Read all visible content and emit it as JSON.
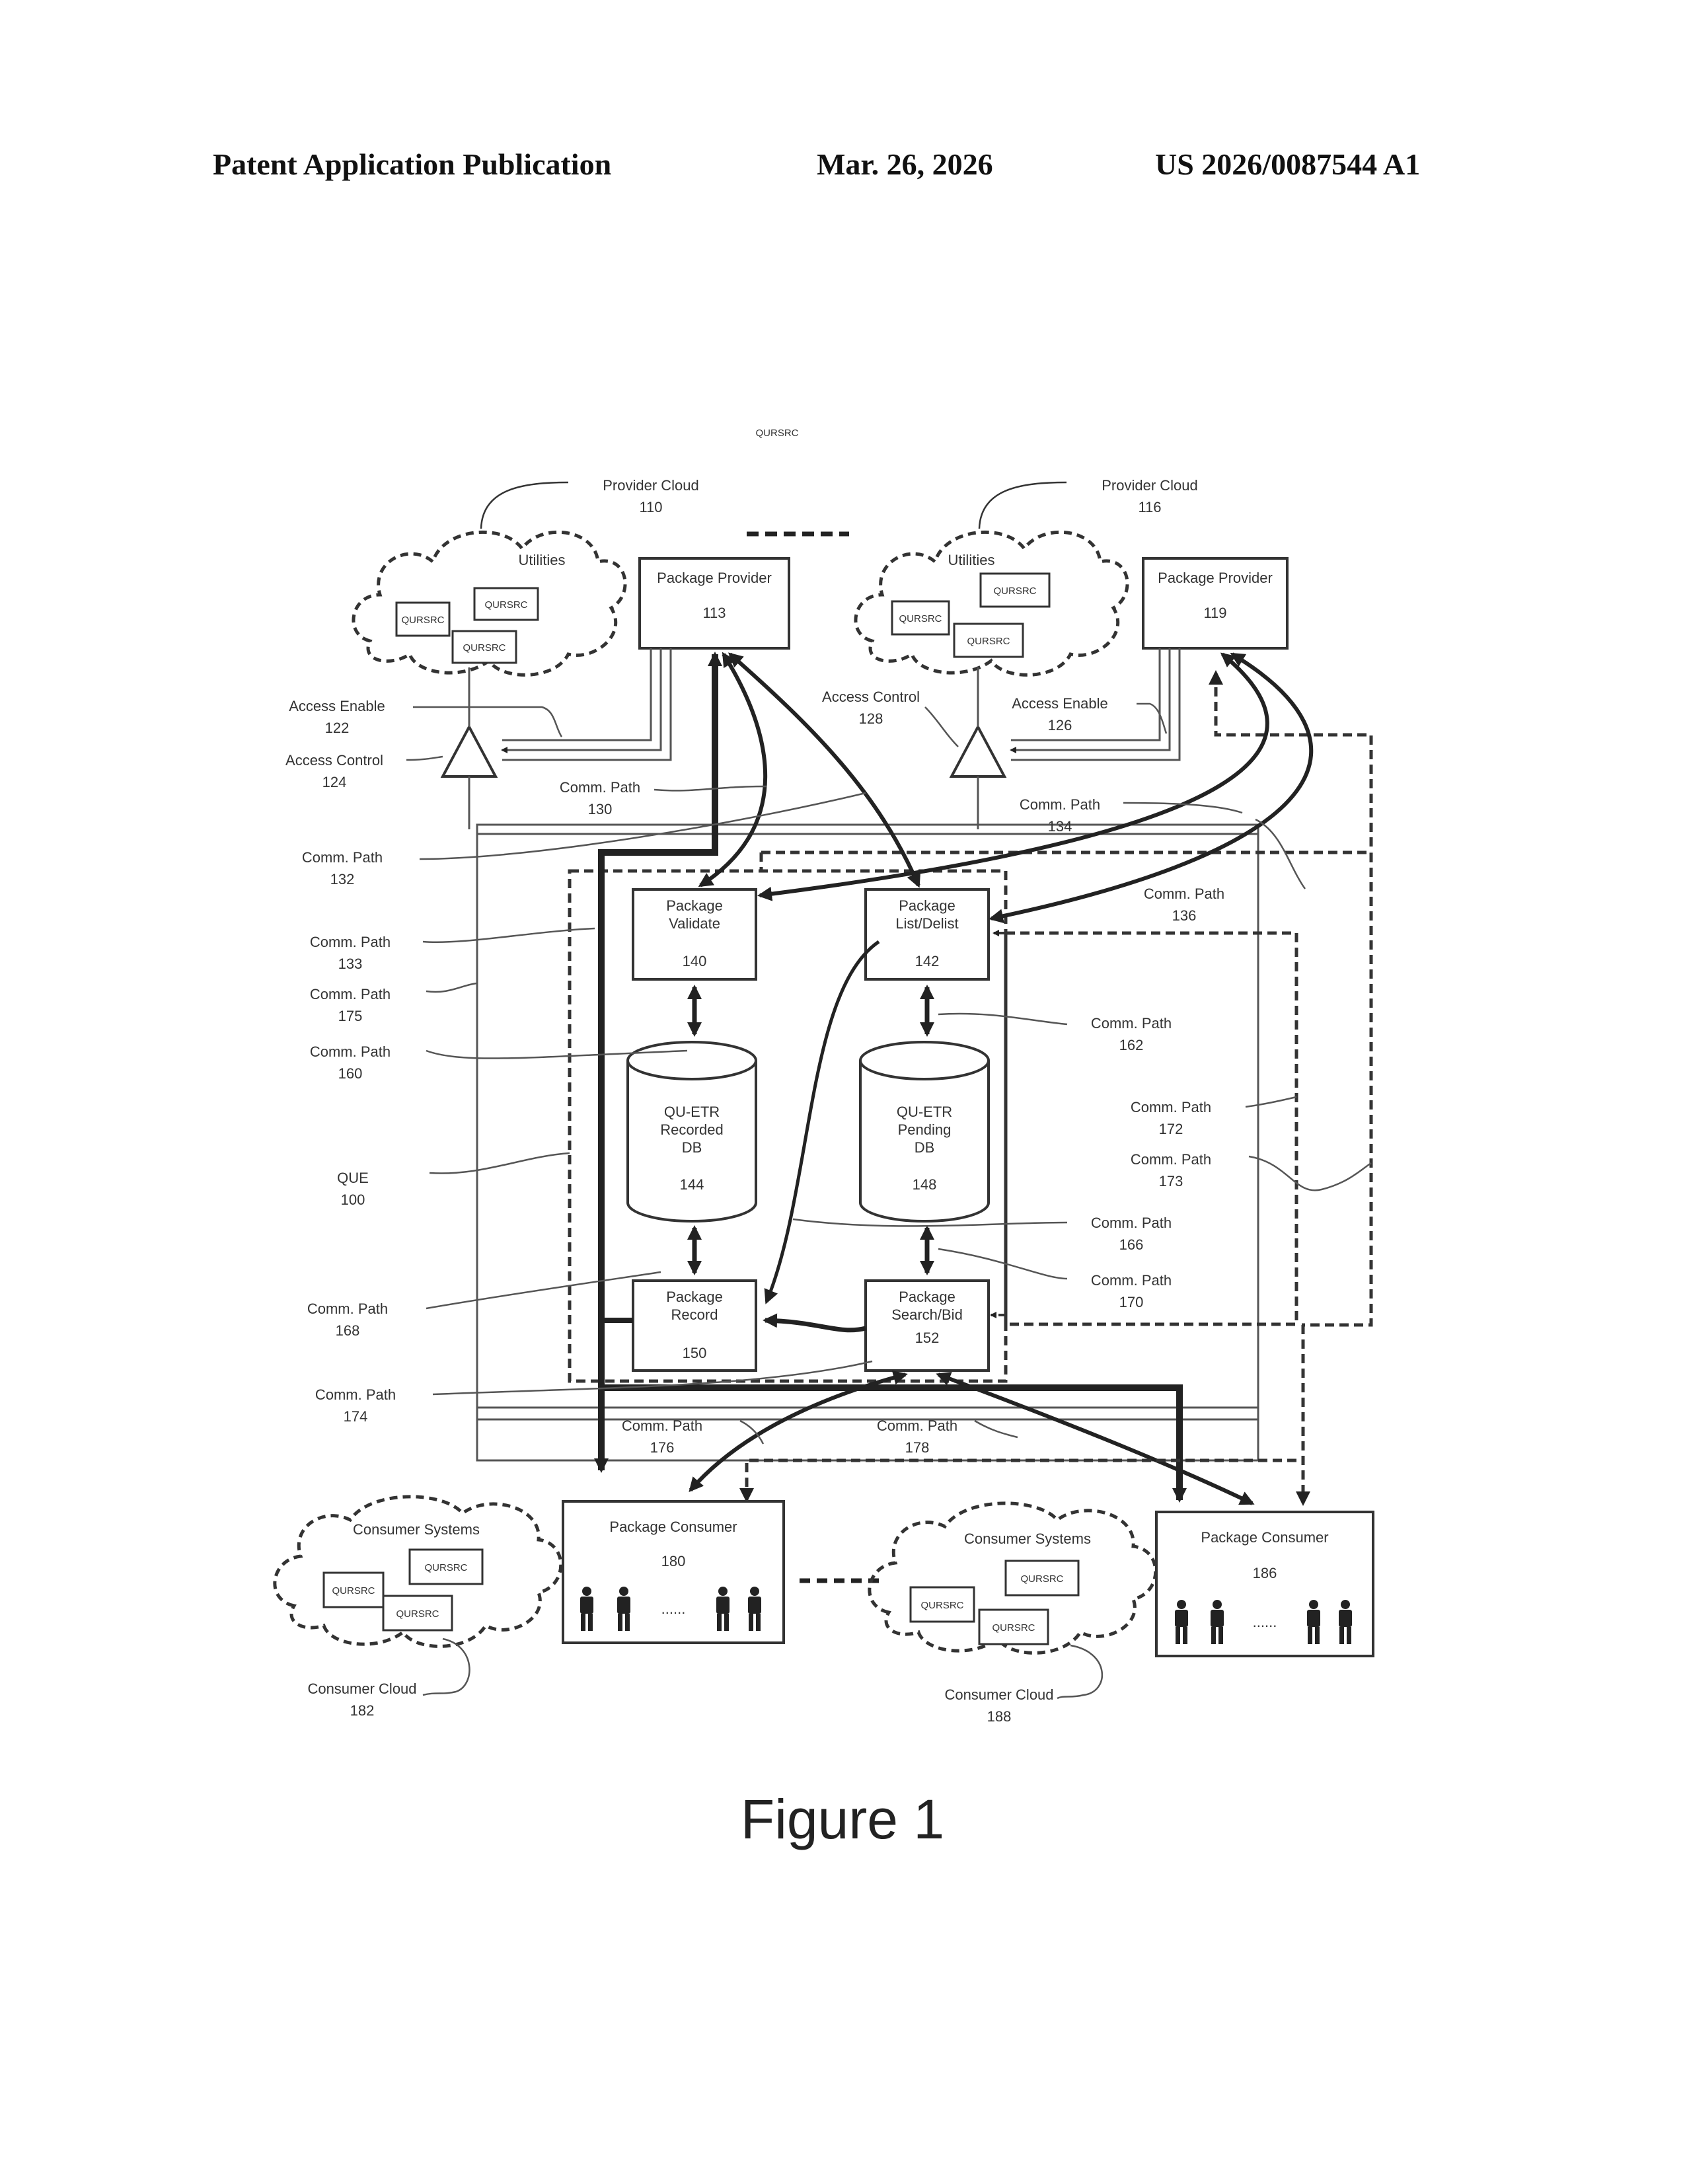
{
  "header": {
    "left": "Patent Application Publication",
    "date": "Mar. 26, 2026",
    "number": "US 2026/0087544 A1"
  },
  "diagram": {
    "top_label": "QURSRC",
    "provider_cloud_1": {
      "label": "Provider Cloud",
      "num": "110",
      "utilities": "Utilities",
      "resources": [
        "QURSRC",
        "QURSRC",
        "QURSRC"
      ]
    },
    "provider_cloud_2": {
      "label": "Provider Cloud",
      "num": "116",
      "utilities": "Utilities",
      "resources": [
        "QURSRC",
        "QURSRC",
        "QURSRC"
      ]
    },
    "package_provider_1": {
      "label": "Package Provider",
      "num": "113"
    },
    "package_provider_2": {
      "label": "Package Provider",
      "num": "119"
    },
    "access_enable_1": {
      "label": "Access Enable",
      "num": "122"
    },
    "access_control_1": {
      "label": "Access Control",
      "num": "124"
    },
    "access_control_2": {
      "label": "Access Control",
      "num": "128"
    },
    "access_enable_2": {
      "label": "Access Enable",
      "num": "126"
    },
    "comm_paths": [
      {
        "label": "Comm. Path",
        "num": "130"
      },
      {
        "label": "Comm. Path",
        "num": "132"
      },
      {
        "label": "Comm. Path",
        "num": "134"
      },
      {
        "label": "Comm. Path",
        "num": "136"
      },
      {
        "label": "Comm. Path",
        "num": "133"
      },
      {
        "label": "Comm. Path",
        "num": "175"
      },
      {
        "label": "Comm. Path",
        "num": "160"
      },
      {
        "label": "Comm. Path",
        "num": "162"
      },
      {
        "label": "Comm. Path",
        "num": "172"
      },
      {
        "label": "Comm. Path",
        "num": "173"
      },
      {
        "label": "Comm. Path",
        "num": "166"
      },
      {
        "label": "Comm. Path",
        "num": "170"
      },
      {
        "label": "Comm. Path",
        "num": "168"
      },
      {
        "label": "Comm. Path",
        "num": "174"
      },
      {
        "label": "Comm. Path",
        "num": "176"
      },
      {
        "label": "Comm. Path",
        "num": "178"
      }
    ],
    "que": {
      "label": "QUE",
      "num": "100"
    },
    "package_validate": {
      "line1": "Package",
      "line2": "Validate",
      "num": "140"
    },
    "package_list": {
      "line1": "Package",
      "line2": "List/Delist",
      "num": "142"
    },
    "recorded_db": {
      "line1": "QU-ETR",
      "line2": "Recorded",
      "line3": "DB",
      "num": "144"
    },
    "pending_db": {
      "line1": "QU-ETR",
      "line2": "Pending",
      "line3": "DB",
      "num": "148"
    },
    "package_record": {
      "line1": "Package",
      "line2": "Record",
      "num": "150"
    },
    "package_search": {
      "line1": "Package",
      "line2": "Search/Bid",
      "num": "152"
    },
    "package_consumer_1": {
      "label": "Package Consumer",
      "num": "180",
      "ellipsis": "......"
    },
    "package_consumer_2": {
      "label": "Package Consumer",
      "num": "186",
      "ellipsis": "......"
    },
    "consumer_systems_1": {
      "label": "Consumer Systems",
      "resources": [
        "QURSRC",
        "QURSRC",
        "QURSRC"
      ]
    },
    "consumer_systems_2": {
      "label": "Consumer Systems",
      "resources": [
        "QURSRC",
        "QURSRC",
        "QURSRC"
      ]
    },
    "consumer_cloud_1": {
      "label": "Consumer Cloud",
      "num": "182"
    },
    "consumer_cloud_2": {
      "label": "Consumer Cloud",
      "num": "188"
    }
  },
  "caption": "Figure 1"
}
